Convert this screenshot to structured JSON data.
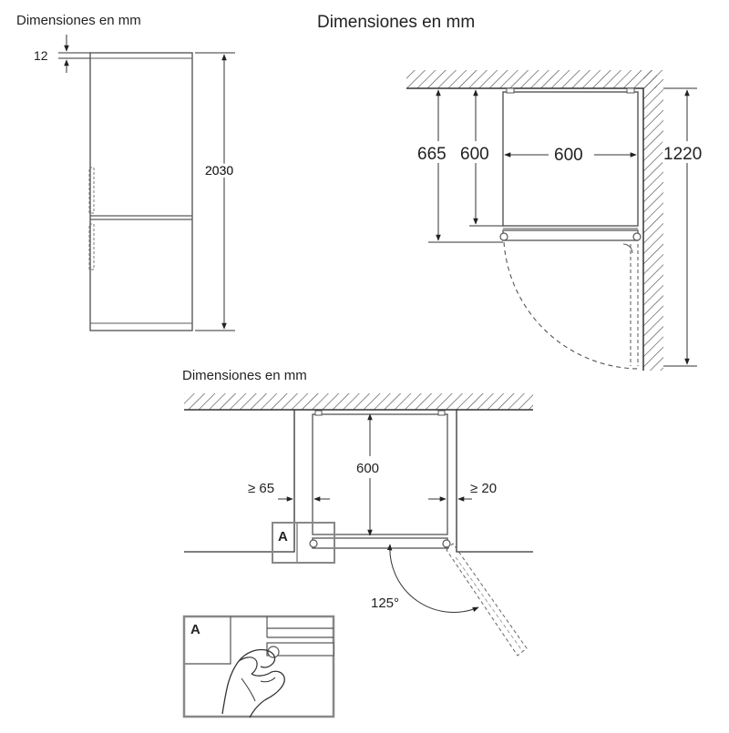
{
  "panel1": {
    "title": "Dimensiones en mm",
    "dim_top_gap": "12",
    "dim_height": "2030"
  },
  "panel2": {
    "title": "Dimensiones en mm",
    "dim_depth_with_door": "665",
    "dim_depth": "600",
    "dim_width": "600",
    "dim_clearance": "1220"
  },
  "panel3": {
    "title": "Dimensiones en mm",
    "dim_depth": "600",
    "dim_left_gap": "≥ 65",
    "dim_right_gap": "≥ 20",
    "callout_label": "A",
    "door_angle": "125°"
  },
  "detail": {
    "label": "A"
  }
}
